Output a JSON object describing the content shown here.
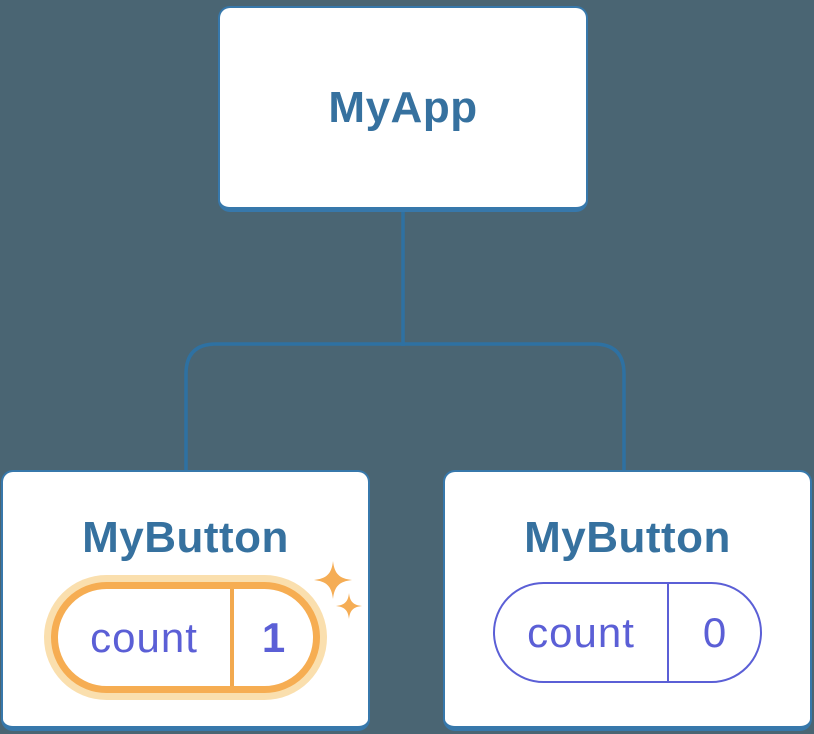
{
  "tree": {
    "root": {
      "label": "MyApp"
    },
    "children": [
      {
        "label": "MyButton",
        "state": {
          "key": "count",
          "value": "1"
        },
        "highlighted": true
      },
      {
        "label": "MyButton",
        "state": {
          "key": "count",
          "value": "0"
        },
        "highlighted": false
      }
    ]
  },
  "colors": {
    "background": "#4A6573",
    "card_background": "#FFFFFF",
    "card_border": "#3778AB",
    "connector": "#2E71A2",
    "title_text": "#36719F",
    "state_text": "#5B5FD6",
    "state_border": "#5B5FD6",
    "highlight_ring": "#F6AD52",
    "highlight_halo": "#FADFAE",
    "highlight_divider": "#F2A94F",
    "sparkle": "#F5AD55"
  }
}
